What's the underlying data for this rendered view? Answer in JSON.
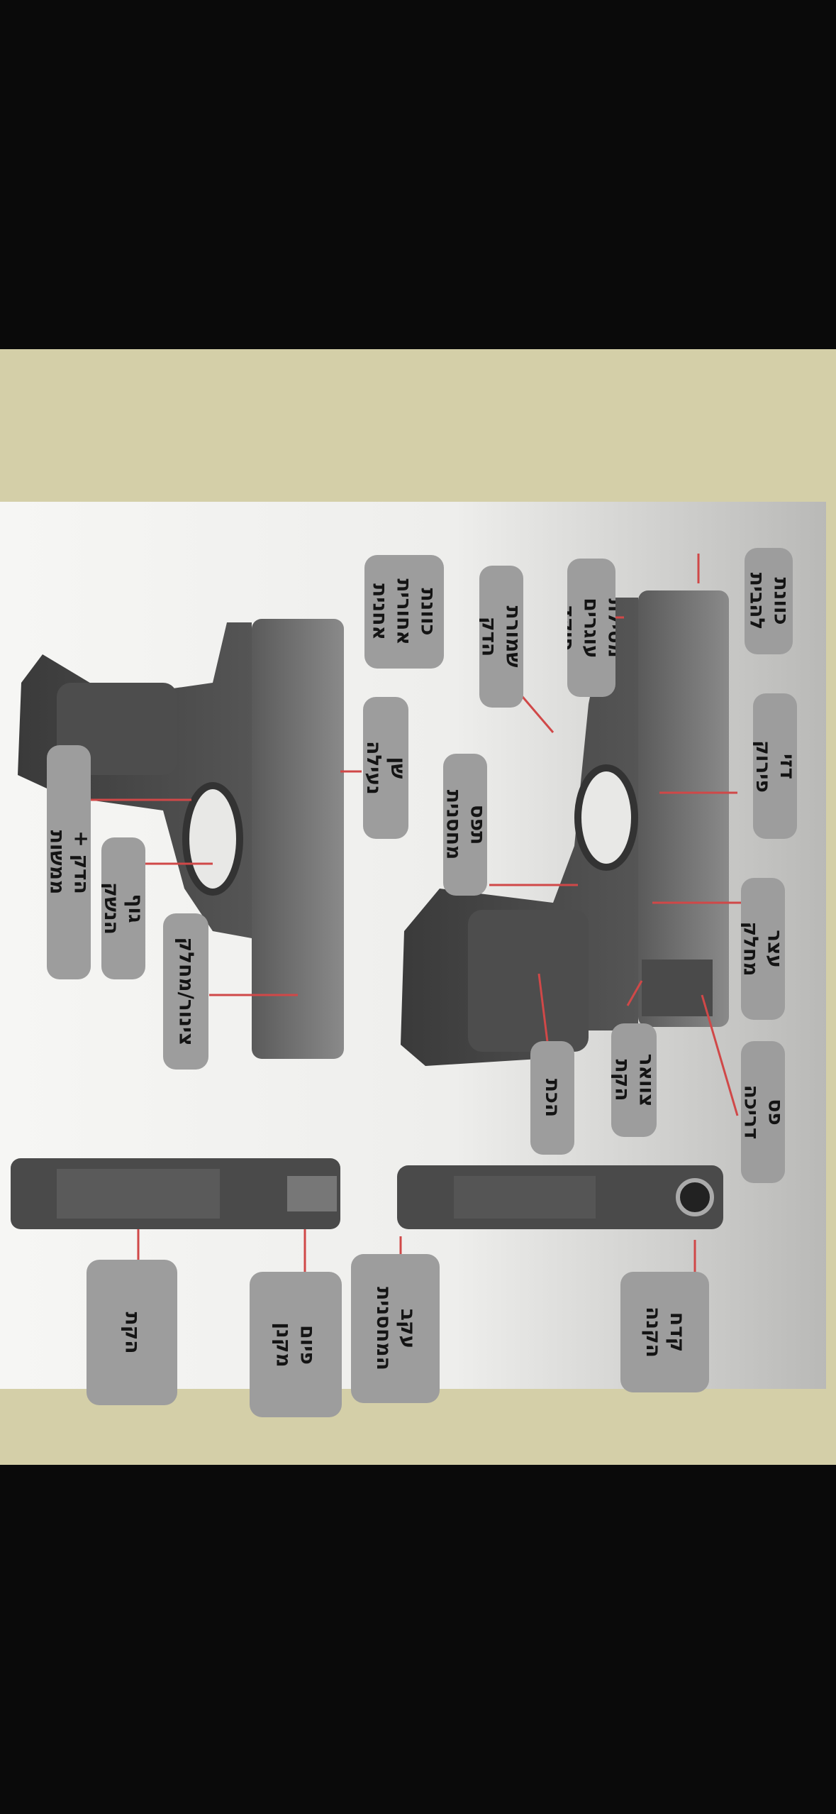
{
  "labels": {
    "front_sight": "כוונת\nלהבית",
    "fixed_firing_pin": "מסילת עוגרים\nפיקד",
    "trigger_guard": "שמורת הדק",
    "slide": "דזי פירוק",
    "magazine_catch": "תפס מחסנית",
    "slide_stop": "עצר מחלק",
    "ejection_port": "פס דריכה",
    "barrel_neck": "צוואר\nהקת",
    "grip": "הכת",
    "rear_sight": "כוונת\nאחורית\nאחנית",
    "locking_tooth": "שן נעילה",
    "trigger_bar": "הדק + ממשות",
    "trigger_body": "גוף הנשק",
    "slide_body": "צינור/מחלק",
    "barrel_chamber": "קדח\nהקנה",
    "magazine_lips": "עקב\nהמחסנית",
    "magazine_follower": "פיום\nמקנן",
    "magazine_body": "הקת"
  }
}
